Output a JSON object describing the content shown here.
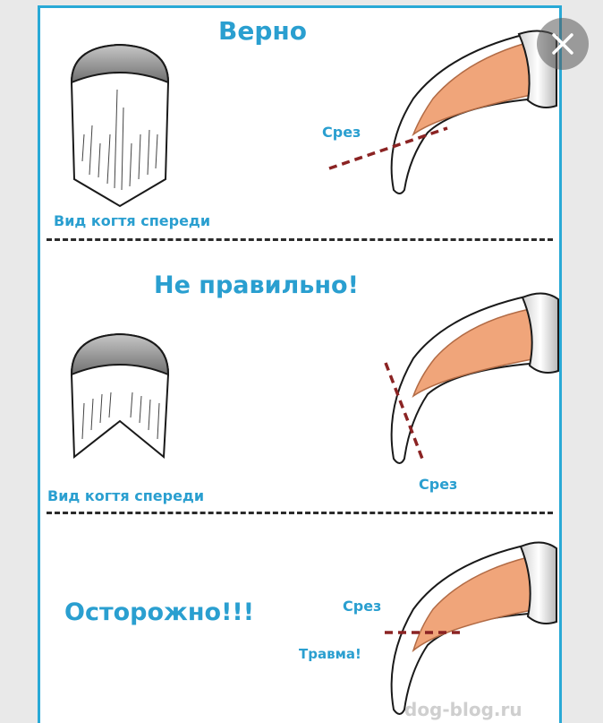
{
  "sections": [
    {
      "title": "Верно",
      "cut_label": "Срез",
      "front_caption": "Вид когтя спереди"
    },
    {
      "title": "Не правильно!",
      "cut_label": "Срез",
      "front_caption": "Вид когтя спереди"
    },
    {
      "title": "Осторожно!!!",
      "cut_label": "Срез",
      "injury_label": "Травма!"
    }
  ],
  "watermark": "dog-blog.ru",
  "colors": {
    "accent": "#2a9fd0",
    "quick": "#f0a57a",
    "cut_line": "#8b2323",
    "outline": "#1a1a1a"
  },
  "close_button": {
    "icon": "close-icon"
  }
}
